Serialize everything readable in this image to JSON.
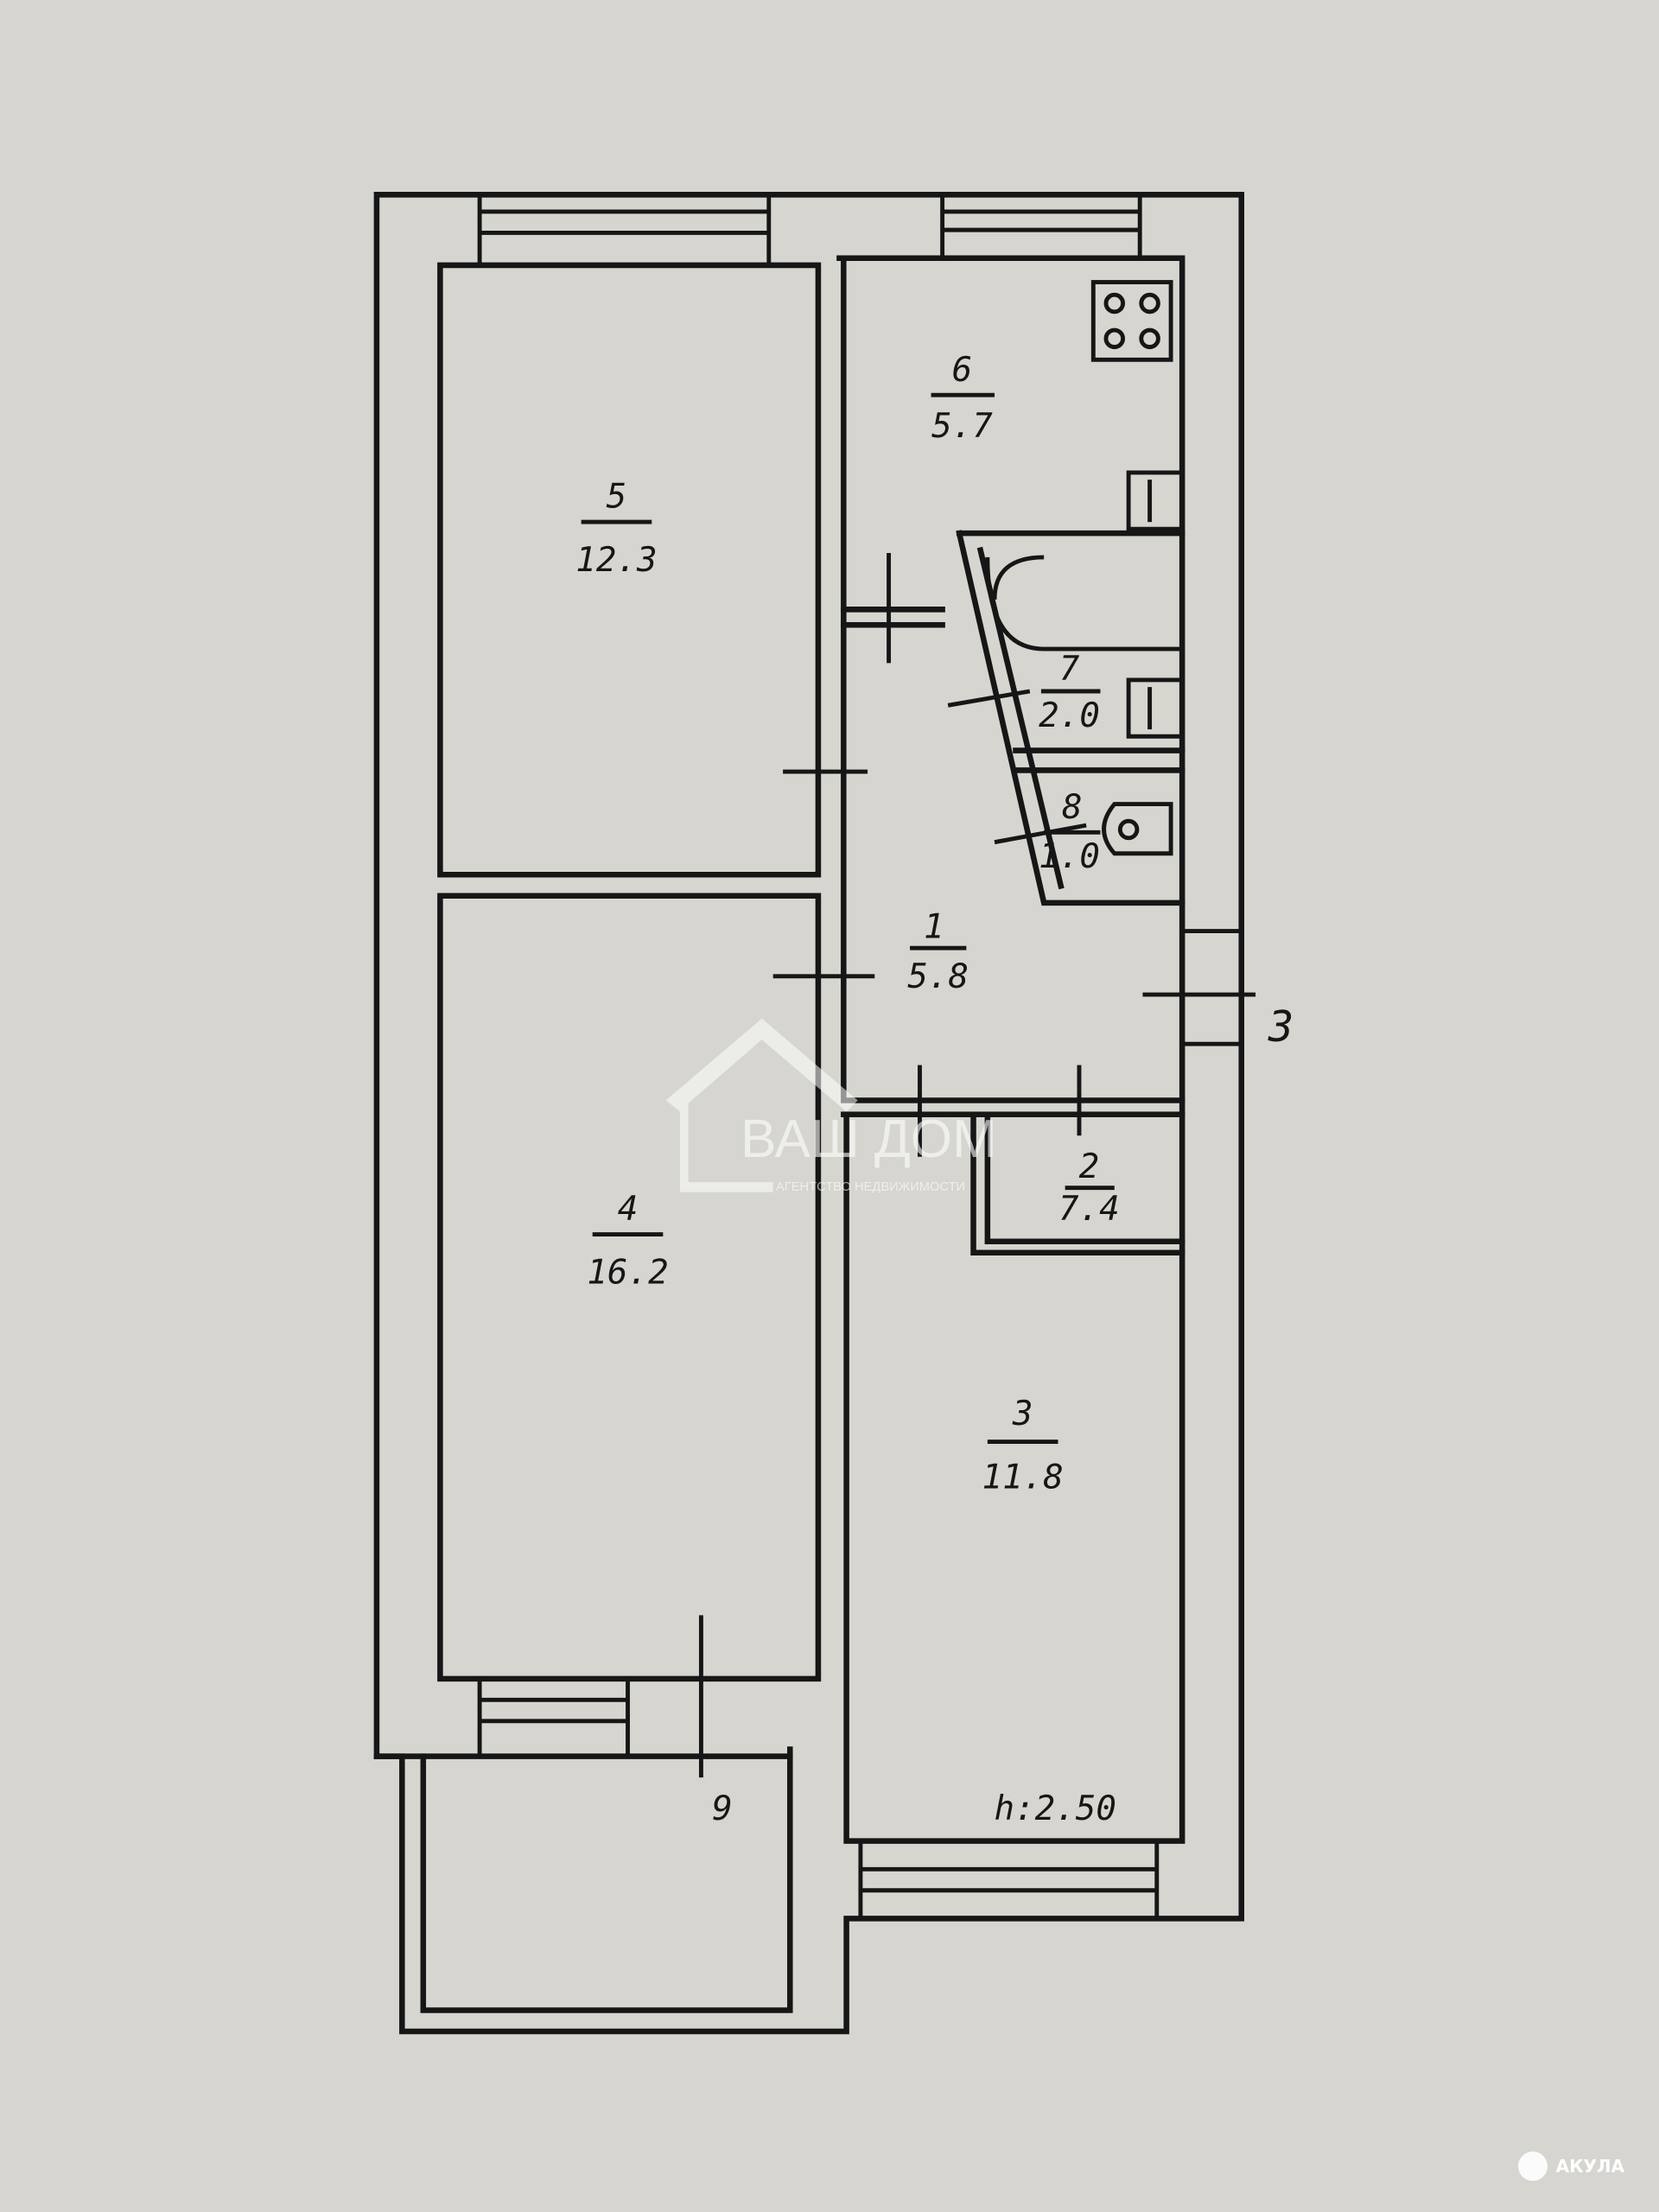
{
  "plan": {
    "rooms": [
      {
        "number": "1",
        "area": "5.8"
      },
      {
        "number": "2",
        "area": "7.4"
      },
      {
        "number": "3",
        "area": "11.8"
      },
      {
        "number": "4",
        "area": "16.2"
      },
      {
        "number": "5",
        "area": "12.3"
      },
      {
        "number": "6",
        "area": "5.7"
      },
      {
        "number": "7",
        "area": "2.0"
      },
      {
        "number": "8",
        "area": "1.0"
      }
    ],
    "balcony_label": "9",
    "side_mark": "3",
    "ceiling_height": "h:2.50"
  },
  "watermark": {
    "title": "ВАШ ДОМ",
    "subtitle": "АГЕНТСТВО НЕДВИЖИМОСТИ"
  },
  "logo": {
    "text": "АКУЛА"
  }
}
